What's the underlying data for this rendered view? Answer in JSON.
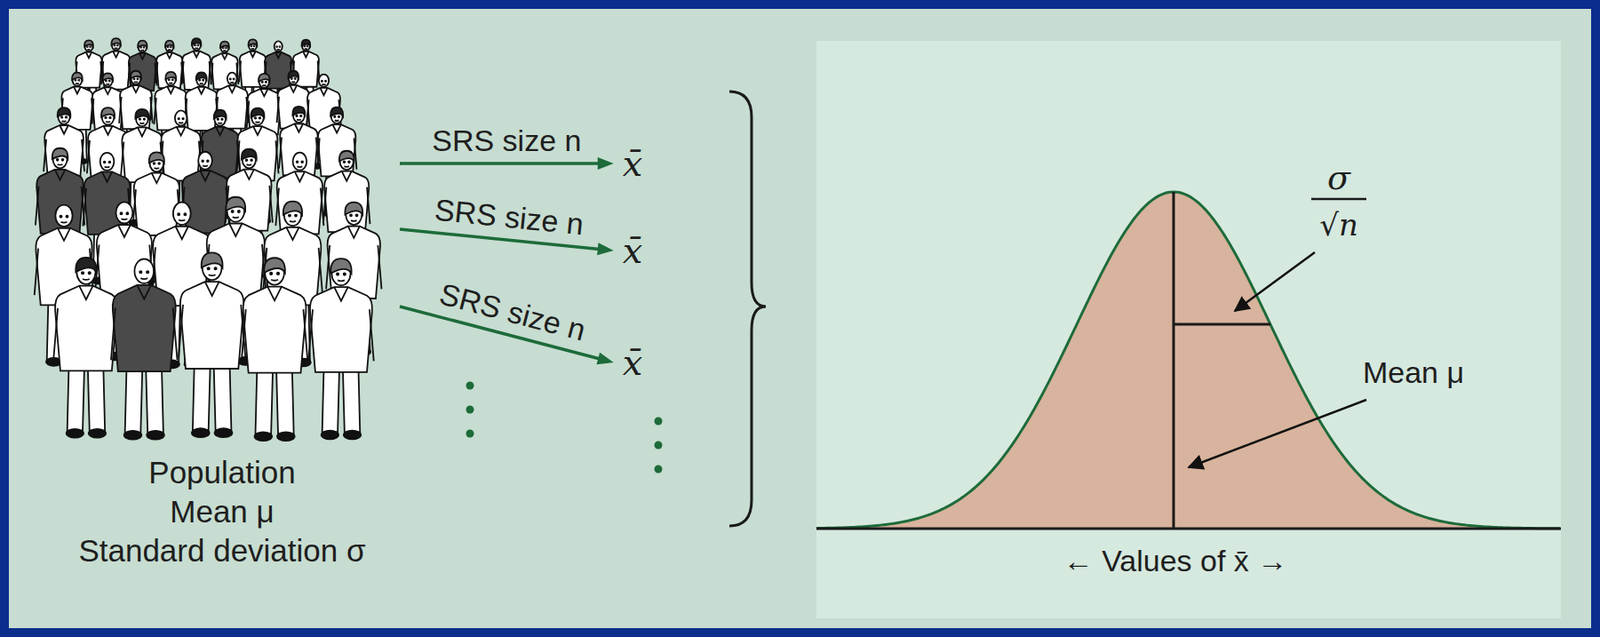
{
  "diagram": {
    "nodes": [
      {
        "text": [
          "Population",
          "Mean μ",
          "Standard deviation σ"
        ]
      },
      {
        "text": [
          "x̄"
        ]
      },
      {
        "text": [
          "x̄"
        ]
      },
      {
        "text": [
          "x̄"
        ]
      }
    ],
    "edges": [
      {
        "from": 0,
        "to": 1,
        "arrow": "to",
        "label": "SRS size n"
      },
      {
        "from": 0,
        "to": 2,
        "arrow": "to",
        "label": "SRS size n"
      },
      {
        "from": 0,
        "to": 3,
        "arrow": "to",
        "label": "SRS size n"
      }
    ],
    "labels": [
      "σ",
      "√n",
      "Mean μ",
      "← Values of x̄ →"
    ]
  }
}
